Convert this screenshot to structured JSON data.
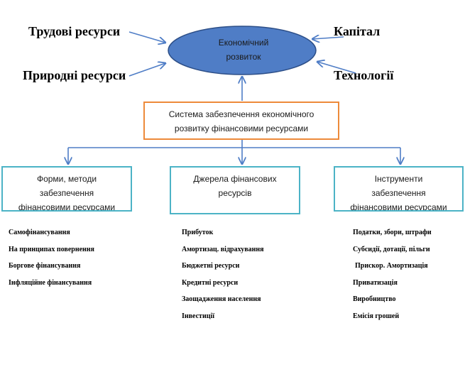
{
  "colors": {
    "ellipse_fill": "#4f7dc6",
    "ellipse_stroke": "#2c4e87",
    "arrow": "#4f7dc6",
    "system_border": "#ed8a3a",
    "box_border": "#4cb3c6"
  },
  "center": {
    "line1": "Економічний",
    "line2": "розвиток"
  },
  "factors": {
    "labour": "Трудові ресурси",
    "natural": "Природні ресурси",
    "capital": "Капітал",
    "technology": "Технології"
  },
  "system": {
    "line1": "Система забезпечення економічного",
    "line2": "розвитку фінансовими ресурсами"
  },
  "categories": [
    {
      "line1": "Форми, методи",
      "line2": "забезпечення",
      "line3": "фінансовими ресурсами",
      "items": [
        "Самофінансування",
        "На принципах повернення",
        "Боргове фінансування",
        "Інфляційне фінансування"
      ]
    },
    {
      "line1": "Джерела фінансових",
      "line2": "ресурсів",
      "items": [
        "Прибуток",
        "Амортизац. відрахування",
        "Бюджетні ресурси",
        "Кредитні ресурси",
        "Заощадження населення",
        "Інвестиції"
      ]
    },
    {
      "line1": "Інструменти",
      "line2": "забезпечення",
      "line3": "фінансовими ресурсами",
      "items": [
        "Податки, збори, штрафи",
        "Субсидії, дотації, пільги",
        "Прискор. Амортизація",
        "Приватизація",
        "Виробництво",
        "Емісія грошей"
      ]
    }
  ]
}
